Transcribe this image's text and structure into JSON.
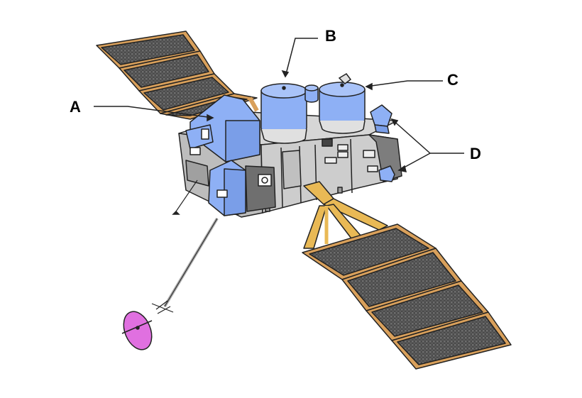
{
  "labels": {
    "a": "A",
    "b": "B",
    "c": "C",
    "d": "D"
  },
  "colors": {
    "instrument_blue": "#8eb0f5",
    "frame_tan": "#d9a05b",
    "panel_dark": "#555555",
    "body_gray": "#cfcfcf",
    "boom_yellow": "#e9b955",
    "dish_magenta": "#e070e0"
  }
}
